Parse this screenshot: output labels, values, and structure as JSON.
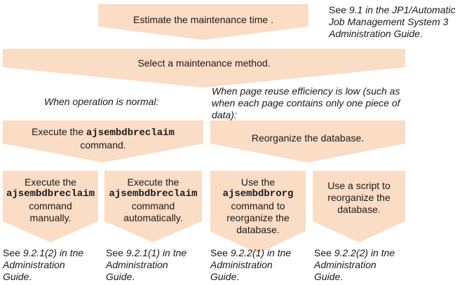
{
  "colors": {
    "box_fill": "#fbdcc4"
  },
  "steps": {
    "estimate": "Estimate the maintenance time .",
    "select": "Select a maintenance method.",
    "execute_cmd_pre": "Execute the ",
    "execute_cmd_code": "ajsembdbreclaim",
    "execute_cmd_post": "command.",
    "reorganize": "Reorganize the database.",
    "manual_line1": "Execute the",
    "manual_code": "ajsembdbreclaim",
    "manual_line3": "command",
    "manual_line4": "manually.",
    "auto_line1": "Execute the",
    "auto_code": "ajsembdbreclaim",
    "auto_line3": "command",
    "auto_line4": "automatically.",
    "reorg_cmd_line1": "Use the",
    "reorg_cmd_code": "ajsembdbrorg",
    "reorg_cmd_line3": "command to",
    "reorg_cmd_line4": "reorganize the",
    "reorg_cmd_line5": "database.",
    "script_line1": "Use a script to",
    "script_line2": "reorganize the",
    "script_line3": "database."
  },
  "conditions": {
    "normal": "When operation is normal:",
    "low_line1": "When page reuse efficiency is low (such as",
    "low_line2": "when each page contains only one piece of",
    "low_line3": "data):"
  },
  "refs": {
    "top_line1_pre": "See ",
    "top_line1_rest": "9.1 in the JP1/Automatic",
    "top_line2": "Job Management System 3",
    "top_line3": "Administration Guide",
    "top_line3_tail": ".",
    "r1_pre": "See ",
    "r1_ital": "9.2.1(2) in tne",
    "r2_pre": "See ",
    "r2_ital": "9.2.1(1) in tne",
    "r3_pre": "See ",
    "r3_ital": "9.2.2(1) in tne",
    "r4_pre": "See ",
    "r4_ital": "9.2.2(2) in tne",
    "admin": "Administration",
    "guide": "Guide",
    "period": "."
  }
}
